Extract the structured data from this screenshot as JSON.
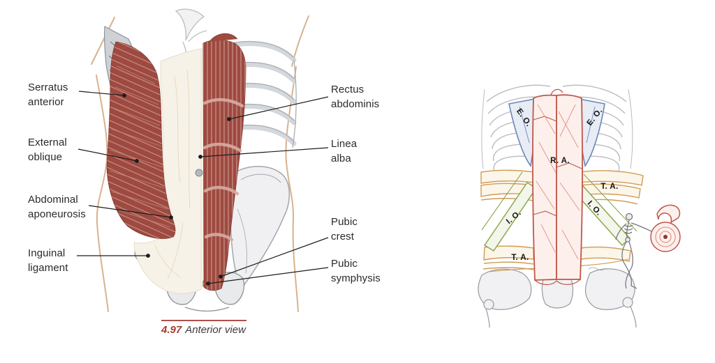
{
  "caption": {
    "number": "4.97",
    "title": "Anterior view"
  },
  "left_figure": {
    "labels": {
      "serratus_anterior": "Serratus anterior",
      "external_oblique": "External oblique",
      "abdominal_aponeurosis": "Abdominal aponeurosis",
      "inguinal_ligament": "Inguinal ligament",
      "rectus_abdominis": "Rectus abdominis",
      "linea_alba": "Linea alba",
      "pubic_crest": "Pubic crest",
      "pubic_symphysis": "Pubic symphysis"
    }
  },
  "right_figure": {
    "labels": {
      "eo_left": "E. O.",
      "eo_right": "E. O.",
      "ra": "R. A.",
      "ta_right": "T. A.",
      "io_left": "I. O.",
      "io_right": "I. O.",
      "ta_bottom_left": "T. A."
    }
  },
  "colors": {
    "muscle_red": "#9e4a40",
    "schematic_red": "#c0564a",
    "schematic_blue": "#6b87b8",
    "schematic_orange": "#d09a55",
    "schematic_green": "#8aa84f",
    "bone_gray": "#aab0b5",
    "skin_tan": "#d8b28c",
    "caption_red": "#a93c32"
  }
}
